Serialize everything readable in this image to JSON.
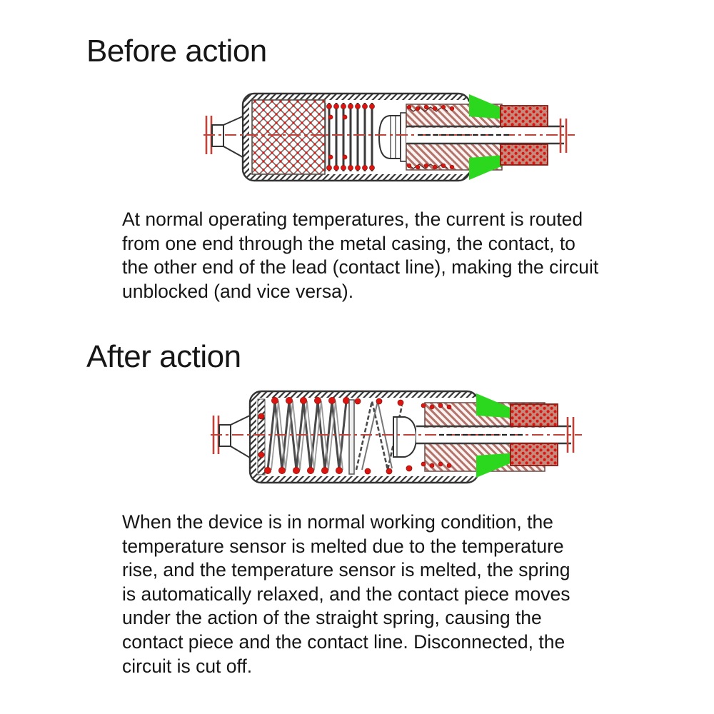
{
  "colors": {
    "background": "#ffffff",
    "text": "#161616",
    "diagram-red": "#bf4339",
    "dot-red": "#dd1410",
    "hatch-brown": "#b2736a",
    "crimp-bg": "#c48a7c",
    "lattice": "#7a6660",
    "outline-dark": "#333333",
    "green": "#2cd81e"
  },
  "before": {
    "title": "Before action",
    "description": "At normal operating temperatures, the current is routed\nfrom one end through the metal casing, the contact, to\nthe other end of the lead (contact line), making the circuit\nunblocked (and vice versa)."
  },
  "after": {
    "title": "After action",
    "description": "When the device is in normal working condition, the\ntemperature sensor is melted due to the temperature\nrise, and the temperature sensor is melted, the spring\nis automatically relaxed, and the contact piece moves\nunder the action of the straight spring, causing the\ncontact piece and the contact line. Disconnected, the\ncircuit is cut off."
  }
}
